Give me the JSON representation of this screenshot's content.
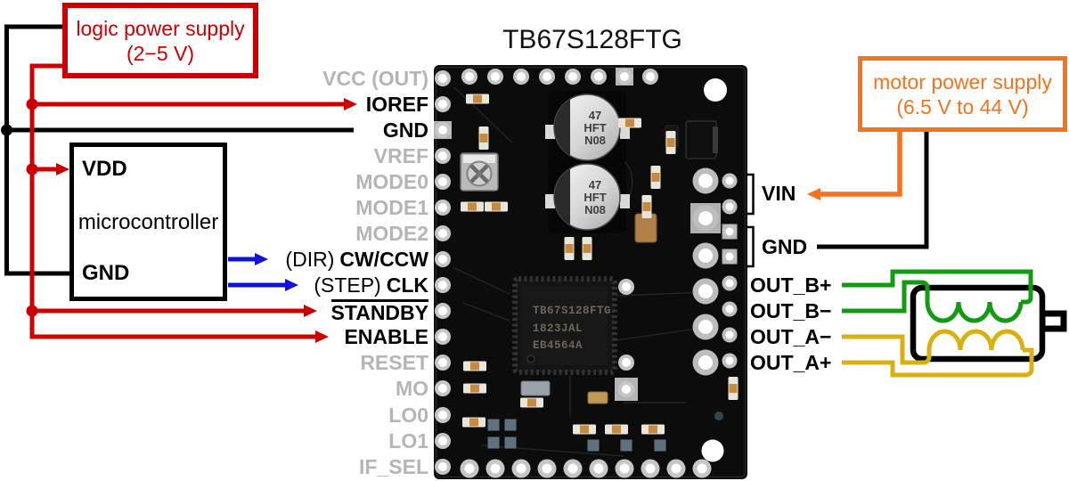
{
  "diagram_title": "TB67S128FTG",
  "logic_supply": {
    "line1": "logic power supply",
    "line2": "(2−5 V)"
  },
  "motor_supply": {
    "line1": "motor power supply",
    "line2": "(6.5 V to 44 V)"
  },
  "microcontroller": {
    "pin_vdd": "VDD",
    "name": "microcontroller",
    "pin_gnd": "GND"
  },
  "pins_left": [
    {
      "label": "VCC (OUT)",
      "state": "inactive"
    },
    {
      "label": "IOREF",
      "state": "active"
    },
    {
      "label": "GND",
      "state": "active"
    },
    {
      "label": "VREF",
      "state": "inactive"
    },
    {
      "label": "MODE0",
      "state": "inactive"
    },
    {
      "label": "MODE1",
      "state": "inactive"
    },
    {
      "label": "MODE2",
      "state": "inactive"
    },
    {
      "prefix": "(DIR)",
      "label": "CW/CCW",
      "state": "active"
    },
    {
      "prefix": "(STEP)",
      "label": "CLK",
      "state": "active"
    },
    {
      "label": "STANDBY",
      "state": "active",
      "overline": true
    },
    {
      "label": "ENABLE",
      "state": "active"
    },
    {
      "label": "RESET",
      "state": "inactive"
    },
    {
      "label": "MO",
      "state": "inactive"
    },
    {
      "label": "LO0",
      "state": "inactive"
    },
    {
      "label": "LO1",
      "state": "inactive"
    },
    {
      "label": "IF_SEL",
      "state": "inactive"
    }
  ],
  "pins_right": [
    {
      "label": "VIN"
    },
    {
      "label": "GND"
    },
    {
      "label": "OUT_B+"
    },
    {
      "label": "OUT_B−"
    },
    {
      "label": "OUT_A−"
    },
    {
      "label": "OUT_A+"
    }
  ],
  "board": {
    "chip_marking": {
      "line1": "TB67S128FTG",
      "line2": "1823JAL",
      "line3": "EB4564A"
    },
    "capacitor_marking": {
      "line1": "47",
      "line2": "HFT",
      "line3": "N08"
    }
  },
  "colors": {
    "logic_wire_red": "#cc0000",
    "ground_wire_black": "#000000",
    "signal_wire_blue": "#1212d9",
    "coil_b_green": "#119b11",
    "coil_a_yellow": "#d9b011",
    "motor_wire_orange": "#f4731f",
    "inactive_pin_gray": "#b5b5b5"
  }
}
